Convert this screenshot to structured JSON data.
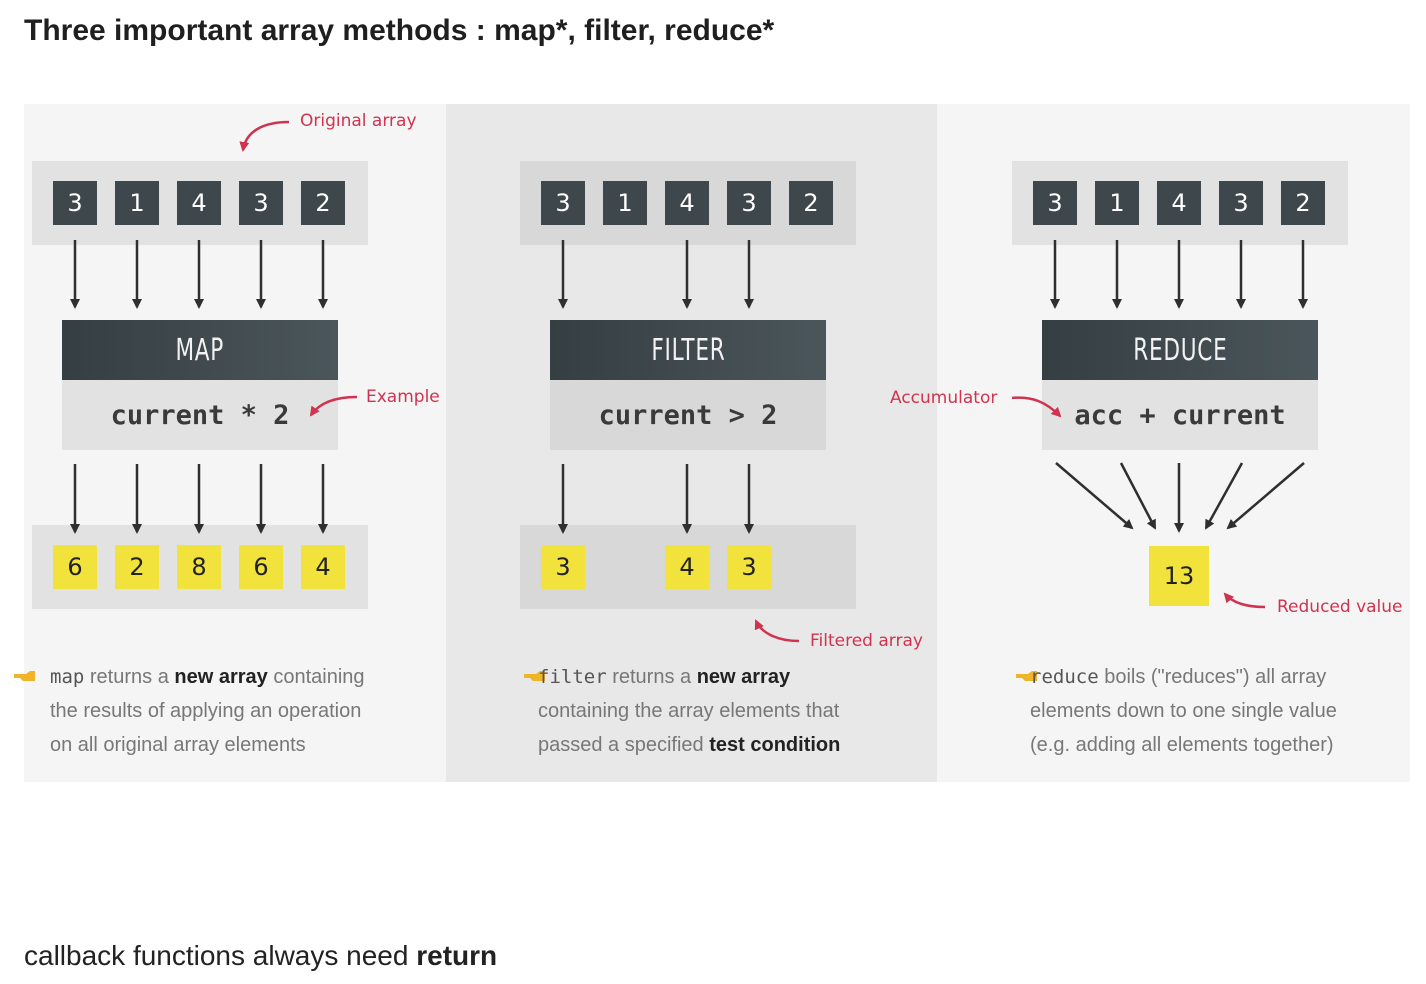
{
  "title": "Three important array methods : map*, filter, reduce*",
  "map": {
    "input": [
      "3",
      "1",
      "4",
      "3",
      "2"
    ],
    "header": "MAP",
    "operation": "current * 2",
    "output": [
      "6",
      "2",
      "8",
      "6",
      "4"
    ],
    "annot_original": "Original array",
    "annot_example": "Example",
    "desc": {
      "code": "map",
      "t1": " returns a ",
      "bold": "new array",
      "t2": " containing",
      "line2": "the results of applying an operation",
      "line3": "on all original array elements"
    }
  },
  "filter": {
    "input": [
      "3",
      "1",
      "4",
      "3",
      "2"
    ],
    "header": "FILTER",
    "operation": "current > 2",
    "output": [
      "3",
      "4",
      "3"
    ],
    "annot_filtered": "Filtered array",
    "desc": {
      "code": "filter",
      "t1": " returns a ",
      "bold": "new array",
      "line2": "containing the array elements that",
      "line3_pre": "passed a specified ",
      "line3_bold": "test condition"
    }
  },
  "reduce": {
    "input": [
      "3",
      "1",
      "4",
      "3",
      "2"
    ],
    "header": "REDUCE",
    "operation": "acc + current",
    "output": "13",
    "annot_accumulator": "Accumulator",
    "annot_reduced": "Reduced value",
    "desc": {
      "code": "reduce",
      "t1": " boils (\"reduces\") all array",
      "line2": "elements down to one single value",
      "line3": "(e.g. adding all elements together)"
    }
  },
  "footer": {
    "text": "callback functions always need ",
    "bold": "return"
  },
  "colors": {
    "dark_cell": "#3d474c",
    "yellow_cell": "#f2e23c",
    "annotation": "#d0334f",
    "arrow": "#2f2f2f",
    "hand_icon": "#f0b429"
  },
  "icons": [
    "pointing-hand-icon"
  ]
}
